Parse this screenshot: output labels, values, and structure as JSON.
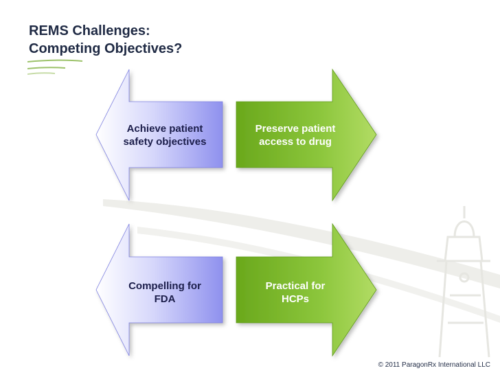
{
  "slide": {
    "title_line1": "REMS Challenges:",
    "title_line2": "Competing Objectives?"
  },
  "arrows": [
    {
      "id": "safety",
      "direction": "left",
      "line1": "Achieve patient",
      "line2": "safety objectives",
      "color": "#9ea0f2"
    },
    {
      "id": "access",
      "direction": "right",
      "line1": "Preserve patient",
      "line2": "access to drug",
      "color": "#76b82a"
    },
    {
      "id": "fda",
      "direction": "left",
      "line1": "Compelling for",
      "line2": "FDA",
      "color": "#9ea0f2"
    },
    {
      "id": "hcps",
      "direction": "right",
      "line1": "Practical for",
      "line2": "HCPs",
      "color": "#76b82a"
    }
  ],
  "footer": {
    "copyright": "© 2011 ParagonRx International LLC"
  },
  "colors": {
    "title": "#1f2a44",
    "accent_green": "#9cc26a",
    "purple": "#9ea0f2",
    "green": "#76b82a"
  }
}
